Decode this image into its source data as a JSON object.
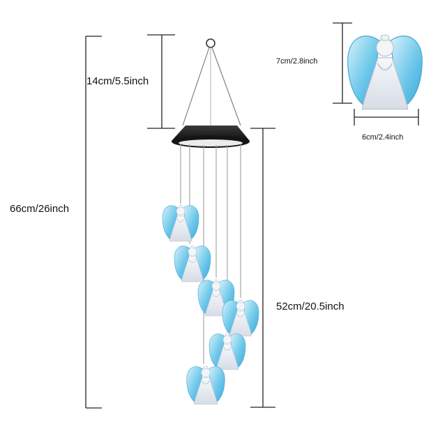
{
  "dimensions": {
    "total_height": "66cm/26inch",
    "hook_height": "14cm/5.5inch",
    "chain_length": "52cm/20.5inch",
    "angel_height": "7cm/2.8inch",
    "angel_width": "6cm/2.4inch"
  },
  "product": {
    "angel_count": 6
  },
  "colors": {
    "wing": "#5bbfe6",
    "body": "#e9eef4",
    "solar_cap": "#1c1c1c",
    "line": "#222222"
  }
}
